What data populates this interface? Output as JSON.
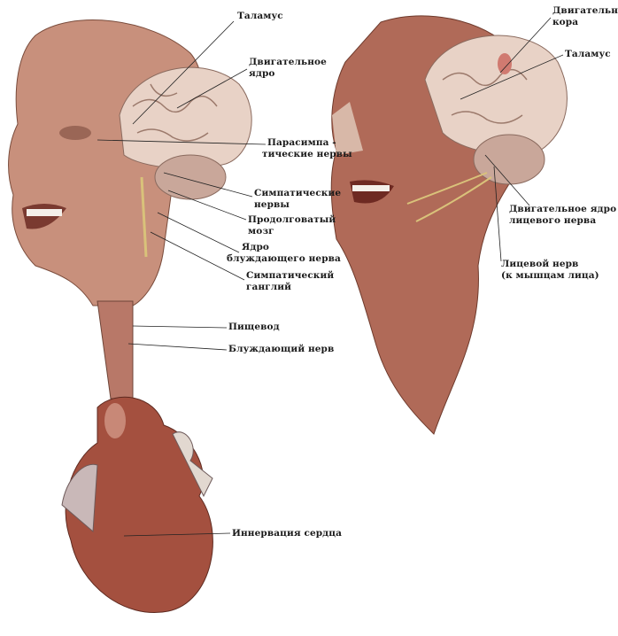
{
  "left_figure": {
    "labels": {
      "thalamus": "Таламус",
      "motor_nucleus": [
        "Двигательное",
        "ядро"
      ],
      "parasympathetic_nerves": [
        "Парасимпа -",
        "тические нервы"
      ],
      "sympathetic_nerves": [
        "Симпатические",
        "нервы"
      ],
      "medulla": [
        "Продолговатый",
        "мозг"
      ],
      "vagus_nucleus": [
        "Ядро",
        "блуждающего нерва"
      ],
      "sympathetic_ganglion": [
        "Симпатический",
        "ганглий"
      ],
      "esophagus": "Пищевод",
      "vagus_nerve": "Блуждающий нерв",
      "heart_innervation": "Иннервация сердца"
    }
  },
  "right_figure": {
    "labels": {
      "motor_cortex": [
        "Двигательная",
        "кора"
      ],
      "thalamus": "Таламус",
      "facial_motor_nucleus": [
        "Двигательное ядро",
        "лицевого нерва"
      ],
      "facial_nerve": [
        "Лицевой нерв",
        "(к мышцам лица)"
      ]
    }
  },
  "colors": {
    "skin": "#c8907c",
    "muscle": "#b06a58",
    "brain": "#e8d2c6",
    "heart": "#a4503f",
    "nerve": "#d9c27a"
  }
}
